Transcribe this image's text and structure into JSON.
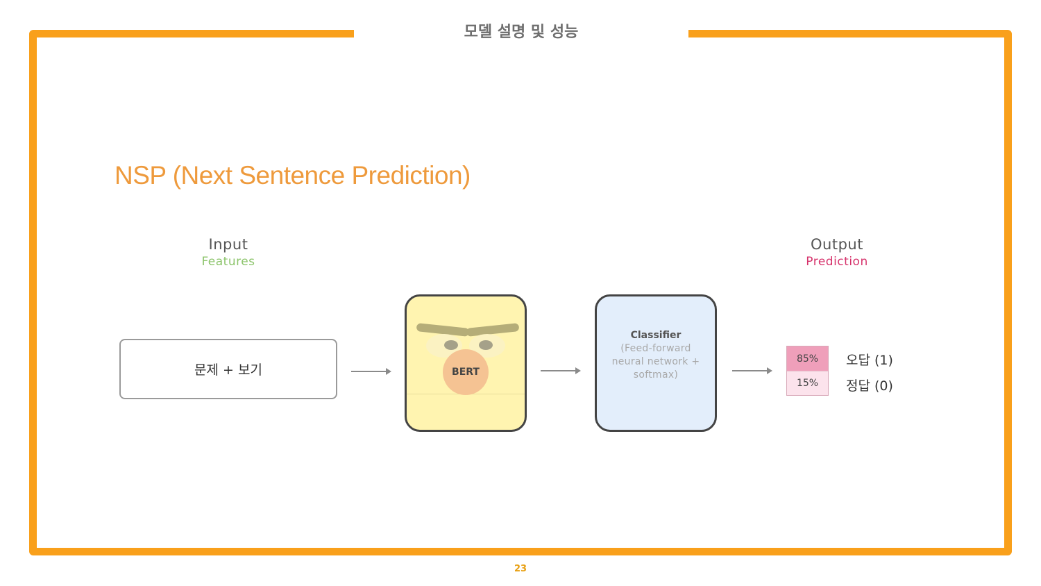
{
  "slide": {
    "title": "모델 설명 및 성능",
    "heading": "NSP (Next Sentence Prediction)",
    "page_number": "23"
  },
  "input": {
    "header": "Input",
    "subheader": "Features",
    "box_text": "문제 + 보기"
  },
  "model": {
    "bert_label": "BERT"
  },
  "classifier": {
    "title": "Classifier",
    "line1": "(Feed-forward",
    "line2": "neural network +",
    "line3": "softmax)"
  },
  "output": {
    "header": "Output",
    "subheader": "Prediction",
    "probabilities": [
      {
        "value": "85%",
        "label": "오답 (1)"
      },
      {
        "value": "15%",
        "label": "정답 (0)"
      }
    ]
  },
  "colors": {
    "frame": "#f9a01b",
    "heading": "#ee9a3c",
    "features": "#8cc46b",
    "prediction": "#d6336c",
    "bert_fill": "#fff4b0",
    "classifier_fill": "#e3eefb"
  },
  "icons": [
    "right-arrow-icon",
    "bert-face-icon"
  ]
}
